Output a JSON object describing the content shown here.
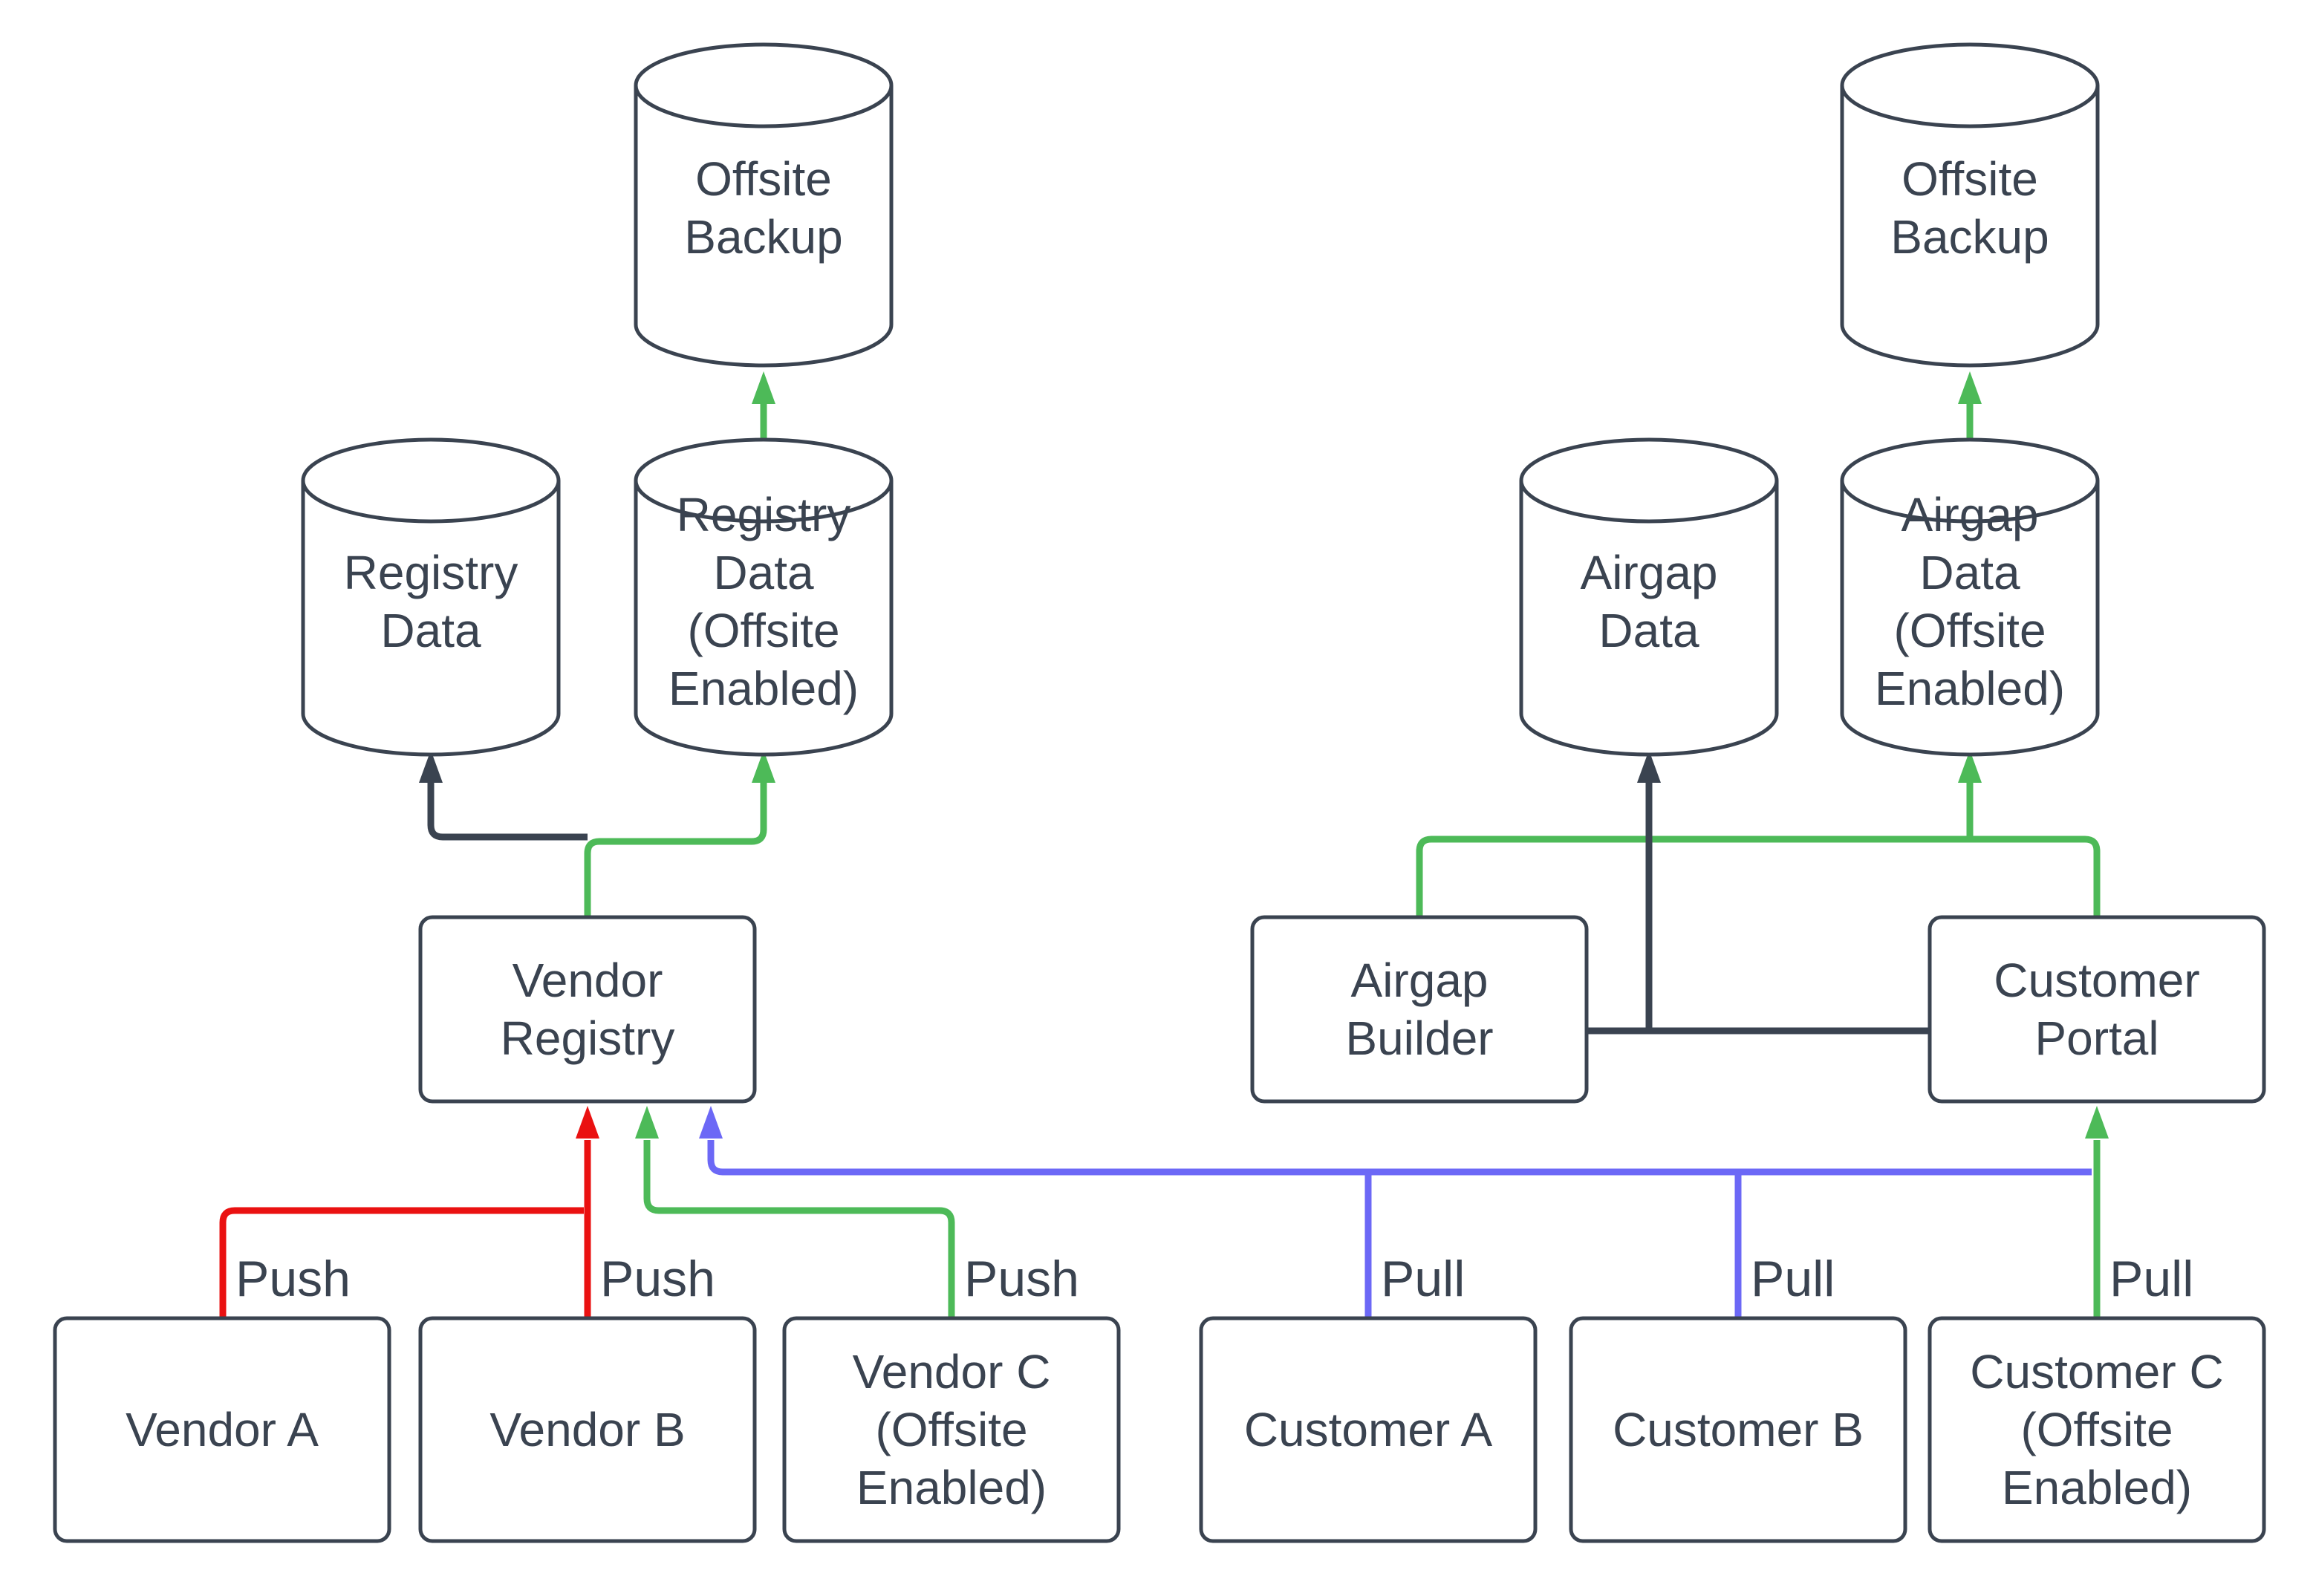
{
  "colors": {
    "red": "#ea1111",
    "green": "#4dba58",
    "blue": "#6c68f6",
    "dark": "#3a4350",
    "node_border": "#3a4350",
    "text": "#3a4350",
    "background": "#ffffff"
  },
  "nodes": {
    "offsite_backup_left": {
      "label": "Offsite Backup",
      "shape": "cylinder"
    },
    "registry_data": {
      "label": "Registry Data",
      "shape": "cylinder"
    },
    "registry_data_offsite": {
      "label": "Registry Data (Offsite Enabled)",
      "shape": "cylinder"
    },
    "offsite_backup_right": {
      "label": "Offsite Backup",
      "shape": "cylinder"
    },
    "airgap_data": {
      "label": "Airgap Data",
      "shape": "cylinder"
    },
    "airgap_data_offsite": {
      "label": "Airgap Data (Offsite Enabled)",
      "shape": "cylinder"
    },
    "vendor_registry": {
      "label": "Vendor Registry",
      "shape": "box"
    },
    "airgap_builder": {
      "label": "Airgap Builder",
      "shape": "box"
    },
    "customer_portal": {
      "label": "Customer Portal",
      "shape": "box"
    },
    "vendor_a": {
      "label": "Vendor A",
      "shape": "box"
    },
    "vendor_b": {
      "label": "Vendor B",
      "shape": "box"
    },
    "vendor_c": {
      "label": "Vendor C (Offsite Enabled)",
      "shape": "box"
    },
    "customer_a": {
      "label": "Customer A",
      "shape": "box"
    },
    "customer_b": {
      "label": "Customer B",
      "shape": "box"
    },
    "customer_c": {
      "label": "Customer C (Offsite Enabled)",
      "shape": "box"
    }
  },
  "edge_labels": {
    "push_vendor_a": "Push",
    "push_vendor_b": "Push",
    "push_vendor_c": "Push",
    "pull_customer_a": "Pull",
    "pull_customer_b": "Pull",
    "pull_customer_c": "Pull"
  },
  "edges": [
    {
      "from": "vendor_a",
      "to": "vendor_registry",
      "color": "red",
      "label": "Push"
    },
    {
      "from": "vendor_b",
      "to": "vendor_registry",
      "color": "red",
      "label": "Push"
    },
    {
      "from": "vendor_c",
      "to": "vendor_registry",
      "color": "green",
      "label": "Push"
    },
    {
      "from": "vendor_registry",
      "to": "registry_data",
      "color": "dark"
    },
    {
      "from": "vendor_registry",
      "to": "registry_data_offsite",
      "color": "green"
    },
    {
      "from": "registry_data_offsite",
      "to": "offsite_backup_left",
      "color": "green"
    },
    {
      "from": "customer_a",
      "to": "vendor_registry",
      "color": "blue",
      "label": "Pull"
    },
    {
      "from": "customer_b",
      "to": "vendor_registry",
      "color": "blue",
      "label": "Pull"
    },
    {
      "from": "customer_c",
      "to": "customer_portal",
      "color": "green",
      "label": "Pull"
    },
    {
      "from": "airgap_builder",
      "to": "airgap_data",
      "color": "dark"
    },
    {
      "from": "customer_portal",
      "to": "airgap_data",
      "color": "dark"
    },
    {
      "from": "airgap_builder",
      "to": "airgap_data_offsite",
      "color": "green"
    },
    {
      "from": "customer_portal",
      "to": "airgap_data_offsite",
      "color": "green"
    },
    {
      "from": "airgap_data_offsite",
      "to": "offsite_backup_right",
      "color": "green"
    }
  ]
}
